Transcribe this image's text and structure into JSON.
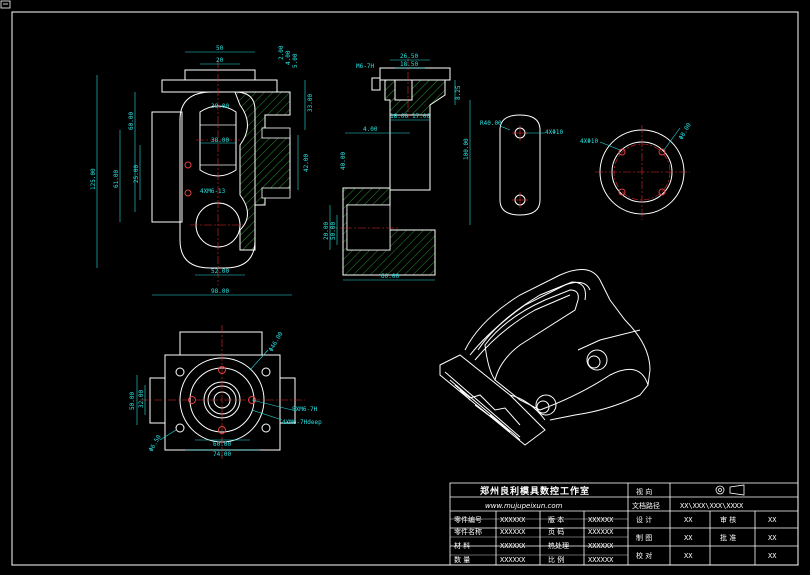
{
  "colors": {
    "background": "#000000",
    "outline": "#ffffff",
    "dimension": "#29e0e0",
    "hatch": "#35b535",
    "center_line": "#e02a2a",
    "hole": "#e04040"
  },
  "front_view": {
    "dims": {
      "top_width": "50",
      "inner_top": "20",
      "right_a": "2.00",
      "right_b": "4.00",
      "right_c": "5.00",
      "right_d": "33.00",
      "right_e": "42.00",
      "left_overall": "125.00",
      "left_a": "60.00",
      "left_b": "61.00",
      "left_c": "25.00",
      "slot_width": "38.00",
      "slot_top": "38.00",
      "hole_note": "4XM6-13",
      "bottom_inner": "52.00",
      "bottom_overall": "98.00"
    }
  },
  "side_view": {
    "dims": {
      "thread": "M6-7H",
      "top_a": "26.50",
      "top_b": "18.50",
      "right_top": "8.25",
      "mid_a": "18.00",
      "mid_b": "17.00",
      "step": "4.00",
      "right_height": "100.00",
      "right_mid": "40.00",
      "left_a": "20.00",
      "left_b": "50.00",
      "bottom_width": "60.00"
    }
  },
  "top_detail": {
    "dims": {
      "radius": "R40.00",
      "holes": "4XΦ10"
    }
  },
  "round_detail": {
    "dims": {
      "pcd": "4XΦ10",
      "bolt": "Φ8.00"
    }
  },
  "bottom_view": {
    "dims": {
      "left_a": "50.00",
      "left_b": "32.00",
      "corner": "Φ6.50",
      "top_right": "Φ46.00",
      "hole_a": "8XM6-7H",
      "hole_b": "4XM6-7Hdeep",
      "width_a": "60.00",
      "width_b": "74.00"
    }
  },
  "title_block": {
    "company": "郑州良利模具数控工作室",
    "website": "www.mujupeixun.com",
    "view_label": "视 向",
    "file_path_label": "文档路径",
    "file_path_value": "XX\\XXX\\XXX\\XXXX",
    "rows": [
      {
        "l1": "零件编号",
        "v1": "XXXXXX",
        "l2": "版 本",
        "v2": "XXXXXX",
        "l3": "设 计",
        "v3": "XX",
        "l4": "审 核",
        "v4": "XX"
      },
      {
        "l1": "零件名称",
        "v1": "XXXXXX",
        "l2": "页 码",
        "v2": "XXXXXX",
        "l3": "制 图",
        "v3": "XX",
        "l4": "批 准",
        "v4": "XX"
      },
      {
        "l1": "材 料",
        "v1": "XXXXXX",
        "l2": "热处理",
        "v2": "XXXXXX",
        "l3": "校 对",
        "v3": "XX",
        "l4": "",
        "v4": "XX"
      },
      {
        "l1": "数 量",
        "v1": "XXXXXX",
        "l2": "比 例",
        "v2": "XXXXXX",
        "l3": "",
        "v3": "",
        "l4": "",
        "v4": ""
      }
    ]
  }
}
